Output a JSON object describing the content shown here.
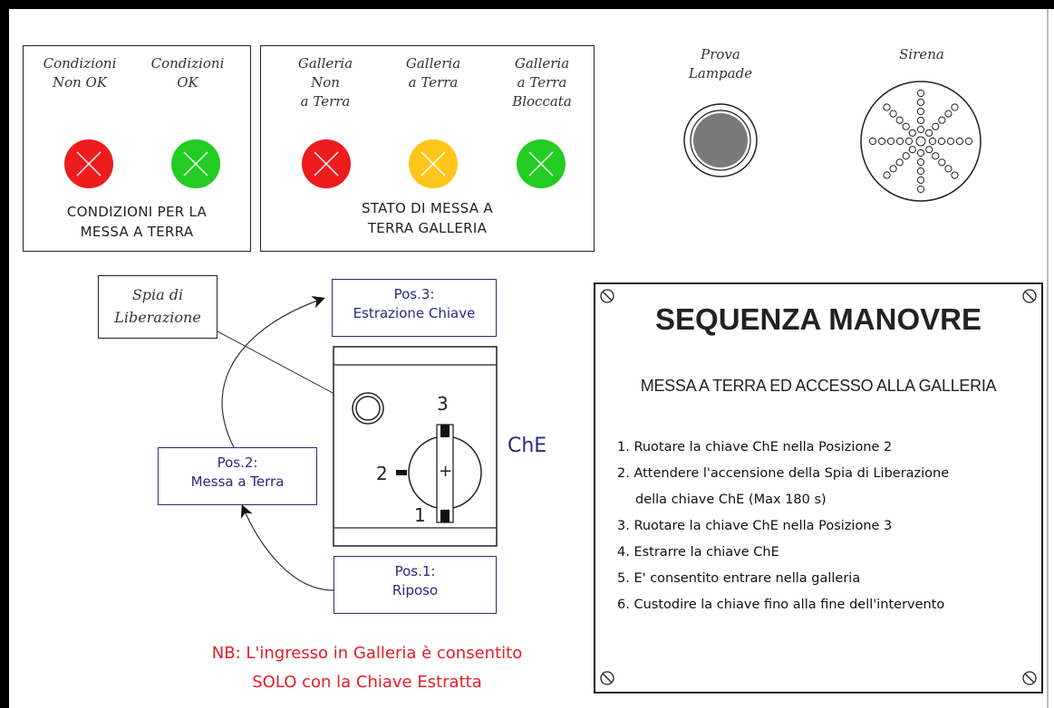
{
  "lamp_group_1": {
    "lamps": [
      {
        "label_line1": "Condizioni",
        "label_line2": "Non OK",
        "color": "#ee1c1c"
      },
      {
        "label_line1": "Condizioni",
        "label_line2": "OK",
        "color": "#22cc22"
      }
    ],
    "caption_line1": "CONDIZIONI PER LA",
    "caption_line2": "MESSA A TERRA"
  },
  "lamp_group_2": {
    "lamps": [
      {
        "label_line1": "Galleria",
        "label_line2": "Non",
        "label_line3": "a Terra",
        "color": "#ee1c1c"
      },
      {
        "label_line1": "Galleria",
        "label_line2": "a Terra",
        "label_line3": "",
        "color": "#ffc61a"
      },
      {
        "label_line1": "Galleria",
        "label_line2": "a Terra",
        "label_line3": "Bloccata",
        "color": "#22cc22"
      }
    ],
    "caption_line1": "STATO DI MESSA A",
    "caption_line2": "TERRA GALLERIA"
  },
  "test_button": {
    "label_line1": "Prova",
    "label_line2": "Lampade",
    "color": "#7a7a7a"
  },
  "siren": {
    "label": "Sirena"
  },
  "key_switch": {
    "spia_label_line1": "Spia di",
    "spia_label_line2": "Liberazione",
    "pos3_line1": "Pos.3:",
    "pos3_line2": "Estrazione Chiave",
    "pos2_line1": "Pos.2:",
    "pos2_line2": "Messa a Terra",
    "pos1_line1": "Pos.1:",
    "pos1_line2": "Riposo",
    "device_name": "ChE",
    "num_1": "1",
    "num_2": "2",
    "num_3": "3",
    "plus": "+"
  },
  "note": {
    "line1": "NB: L'ingresso in Galleria è consentito",
    "line2": "SOLO con la Chiave Estratta",
    "color": "#e31e24"
  },
  "sequence_plate": {
    "title": "SEQUENZA MANOVRE",
    "subtitle": "MESSA A TERRA ED ACCESSO ALLA GALLERIA",
    "steps": [
      "1. Ruotare la chiave ChE nella Posizione 2",
      "2. Attendere l'accensione della Spia di Liberazione",
      "della chiave ChE (Max 180 s)",
      "3. Ruotare la chiave ChE nella Posizione 3",
      "4. Estrarre la chiave ChE",
      "5. E' consentito entrare nella galleria",
      "6. Custodire la chiave fino alla fine dell'intervento"
    ]
  },
  "colors": {
    "accent_blue": "#2a2a80",
    "border": "#222222"
  }
}
